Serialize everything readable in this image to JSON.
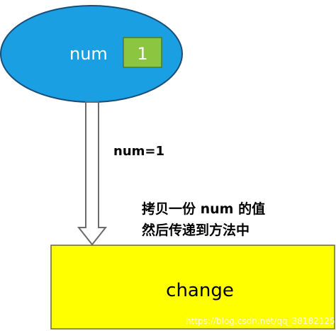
{
  "colors": {
    "ellipse_fill": "#1A9FE3",
    "ellipse_stroke": "#1A4E7A",
    "value_box_fill": "#8CC640",
    "value_box_stroke": "#4E7A2A",
    "method_box_fill": "#FFFF00",
    "method_box_stroke": "#6A6A2A",
    "arrow_fill": "#FFFFFF",
    "arrow_stroke": "#6B6B6B"
  },
  "variable": {
    "name": "num",
    "value": "1"
  },
  "arrow_label": "num=1",
  "note": {
    "line1": "拷贝一份 num 的值",
    "line2": "然后传递到方法中"
  },
  "method": {
    "label": "change"
  },
  "watermark": "https://blog.csdn.net/qq_38182125"
}
